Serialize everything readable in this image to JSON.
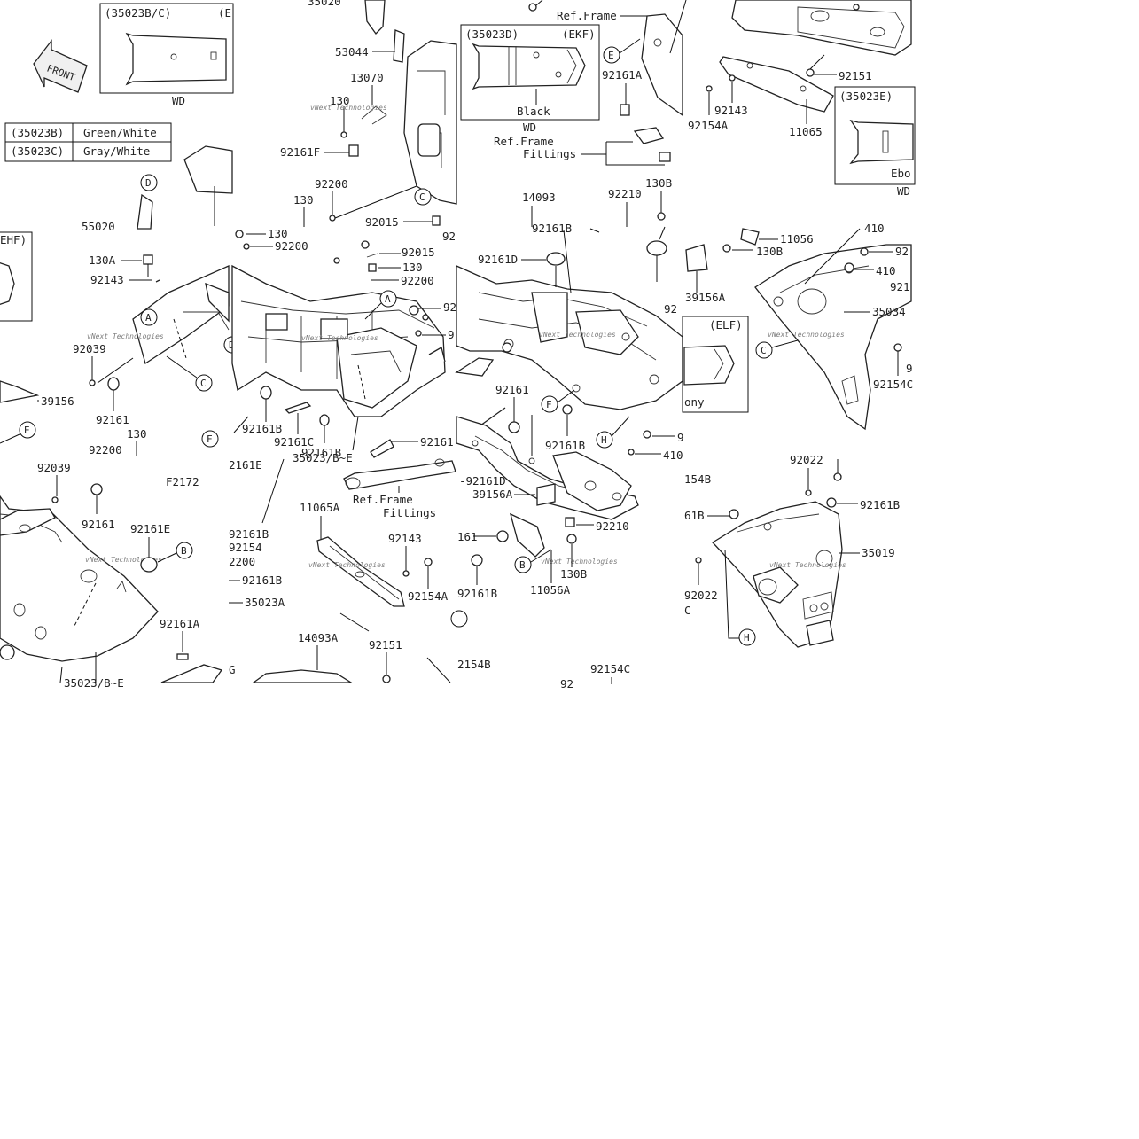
{
  "diagram_code": "F2172",
  "front_label": "FRONT",
  "watermark": "vNext Technologies",
  "color_table": [
    {
      "code": "(35023B)",
      "color": "Green/White"
    },
    {
      "code": "(35023C)",
      "color": "Gray/White"
    }
  ],
  "insets": {
    "i1": {
      "code": "(35023B/C)",
      "region": "(E",
      "sub": "WD"
    },
    "i2": {
      "code": "(35023D)",
      "region": "(EKF)",
      "color": "Black",
      "sub": "WD"
    },
    "i3": {
      "code": "(35023E)",
      "color": "Ebo",
      "sub": "WD"
    },
    "i4": {
      "region": "(ELF)",
      "color": "ony"
    },
    "i5": {
      "region": "EHF)"
    }
  },
  "part_labels": {
    "l35020a": "35020",
    "l53044": "53044",
    "l13070": "13070",
    "l130a": "130",
    "l92161f": "92161F",
    "l92200a": "92200",
    "l130b": "130",
    "l92015a": "92015",
    "l92a": "92",
    "l55020": "55020",
    "l130a2": "130A",
    "l92143a": "92143",
    "l92039a": "92039",
    "l39156": "39156",
    "l92161a": "92161",
    "l130c": "130",
    "l92200b": "92200",
    "l130d": "130",
    "l92200c": "92200",
    "l92015b": "92015",
    "l130e": "130",
    "l92200d": "92200",
    "l92b": "92",
    "l9a": "9",
    "l92161b1": "92161B",
    "l92161c": "92161C",
    "l92161b2": "92161B",
    "l35023be": "35023/B~E",
    "l2161e": "2161E",
    "l92161b_mid": "92161",
    "l92039b": "92039",
    "l92161c2": "92161",
    "l92161e": "92161E",
    "l92161a2": "92161A",
    "l35023b_e2": "35023/B~E",
    "l92161b3": "92161B",
    "l92154": "92154",
    "l2200": "2200",
    "l92161b4": "92161B",
    "l35023a": "35023A",
    "l11065a": "11065A",
    "l92143b": "92143",
    "l92154a": "92154A",
    "l14093a": "14093A",
    "l92151a": "92151",
    "lreff1": "Ref.Frame",
    "lreff1b": "Fittings",
    "lref2": "Ref.Frame",
    "l92161a3": "92161A",
    "lreff3": "Ref.Frame",
    "lreff3b": "Fittings",
    "l14093": "14093",
    "l92210a": "92210",
    "l130b2": "130B",
    "l92161b5": "92161B",
    "l92161d": "92161D",
    "l92161g": "92161",
    "l92161b6": "92161B",
    "l39156a": "39156A",
    "l92h": "92",
    "l92161d2": "-92161D",
    "l39156a2": "39156A",
    "l92210b": "92210",
    "l161": "161",
    "l130b3": "130B",
    "l11056a": "11056A",
    "l92161b7": "92161B",
    "l2154b": "2154B",
    "l92154c": "92154C",
    "l92151b": "92151",
    "l92143c": "92143",
    "l92154a2": "92154A",
    "l11065": "11065",
    "l11056": "11056",
    "l130b4": "130B",
    "l410a": "410",
    "l410b": "410",
    "l92i": "92",
    "l92j": "921",
    "l35034": "35034",
    "l92154c2": "92154C",
    "l9k": "9",
    "l410c": "410",
    "l154b": "154B",
    "l92022a": "92022",
    "l92161b8": "92161B",
    "l61b": "61B",
    "l35019": "35019",
    "l92022b": "92022",
    "lc_frag": "C",
    "l92l": "9",
    "l92m": "92"
  },
  "callouts": {
    "cA1": "A",
    "cA2": "A",
    "cB1": "B",
    "cB2": "B",
    "cC1": "C",
    "cC2": "C",
    "cC3": "C",
    "cD1": "D",
    "cD2": "D",
    "cE1": "E",
    "cE2": "E",
    "cF1": "F",
    "cF2": "F",
    "cG": "G",
    "cH1": "H",
    "cH2": "H"
  }
}
